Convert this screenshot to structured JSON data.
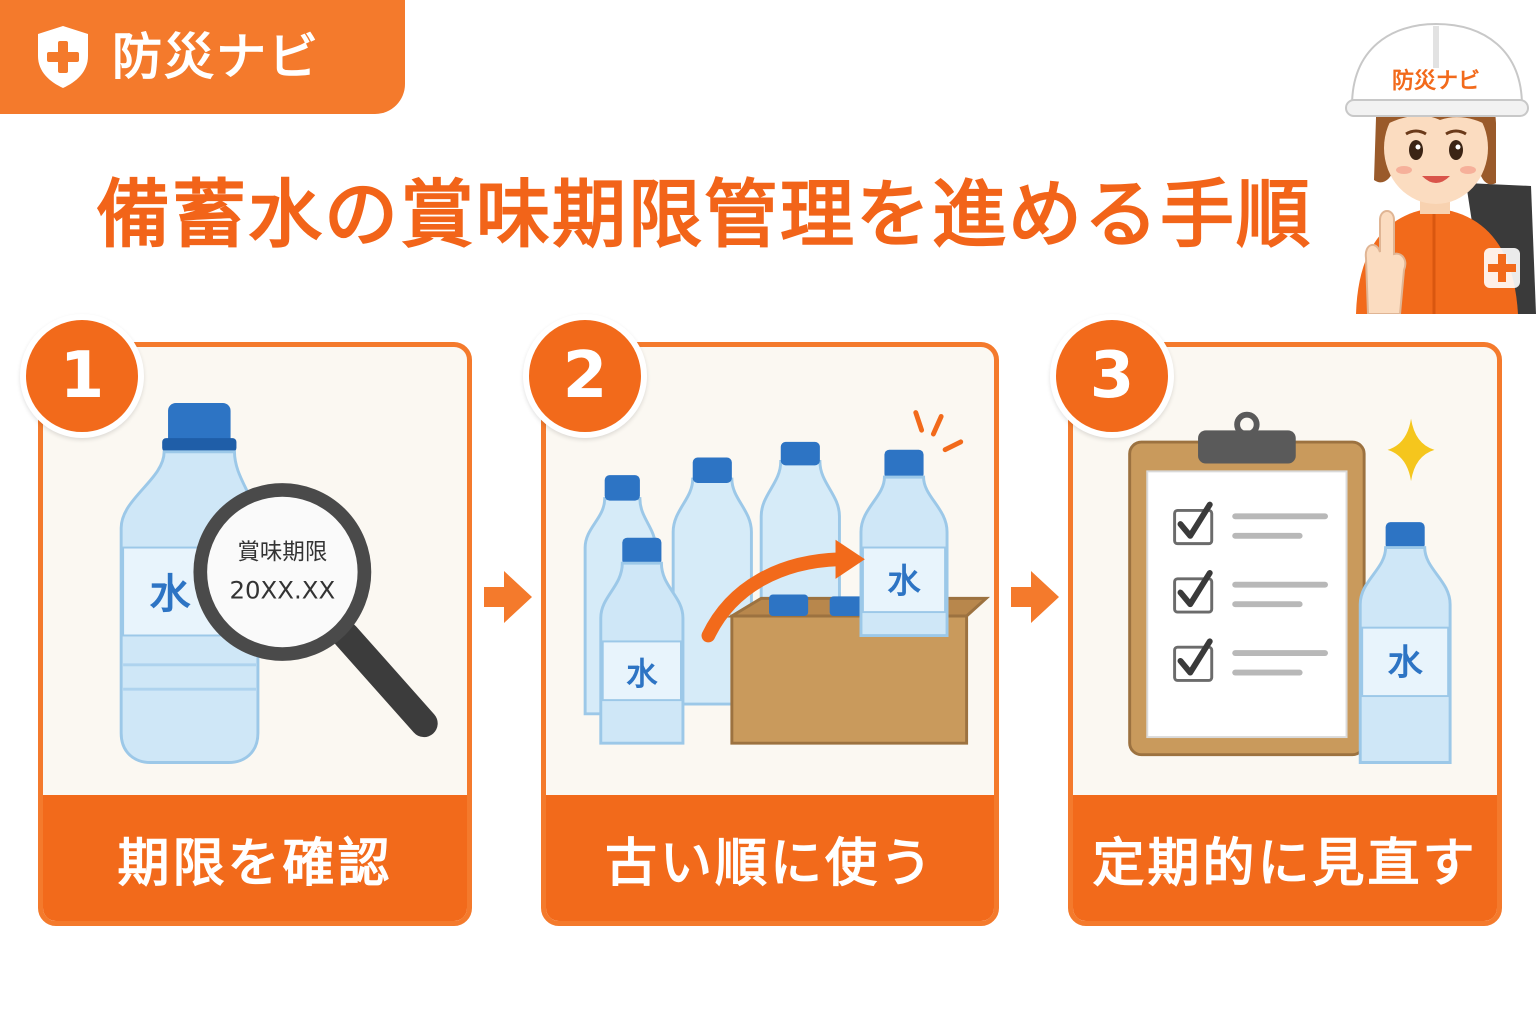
{
  "brand": {
    "name": "防災ナビ",
    "color": "#f47a2c"
  },
  "title": "備蓄水の賞味期限管理を進める手順",
  "mascot": {
    "helmet_text": "防災ナビ"
  },
  "steps": [
    {
      "number": "1",
      "label": "期限を確認",
      "magnifier_title": "賞味期限",
      "magnifier_date": "20XX.XX",
      "bottle_label": "水"
    },
    {
      "number": "2",
      "label": "古い順に使う",
      "bottle_label": "水"
    },
    {
      "number": "3",
      "label": "定期的に見直す",
      "bottle_label": "水"
    }
  ],
  "icons": {
    "brand": "shield-plus-icon",
    "step1": "magnifying-glass-icon",
    "step2": "box-icon",
    "step3": "clipboard-checklist-icon",
    "between": "arrow-right-icon",
    "sparkle": "sparkle-icon"
  },
  "colors": {
    "accent": "#f26a1b",
    "title": "#f26419",
    "card_bg": "#fbf8f2",
    "bottle": "#cfe7f7",
    "cap": "#2d74c4"
  }
}
